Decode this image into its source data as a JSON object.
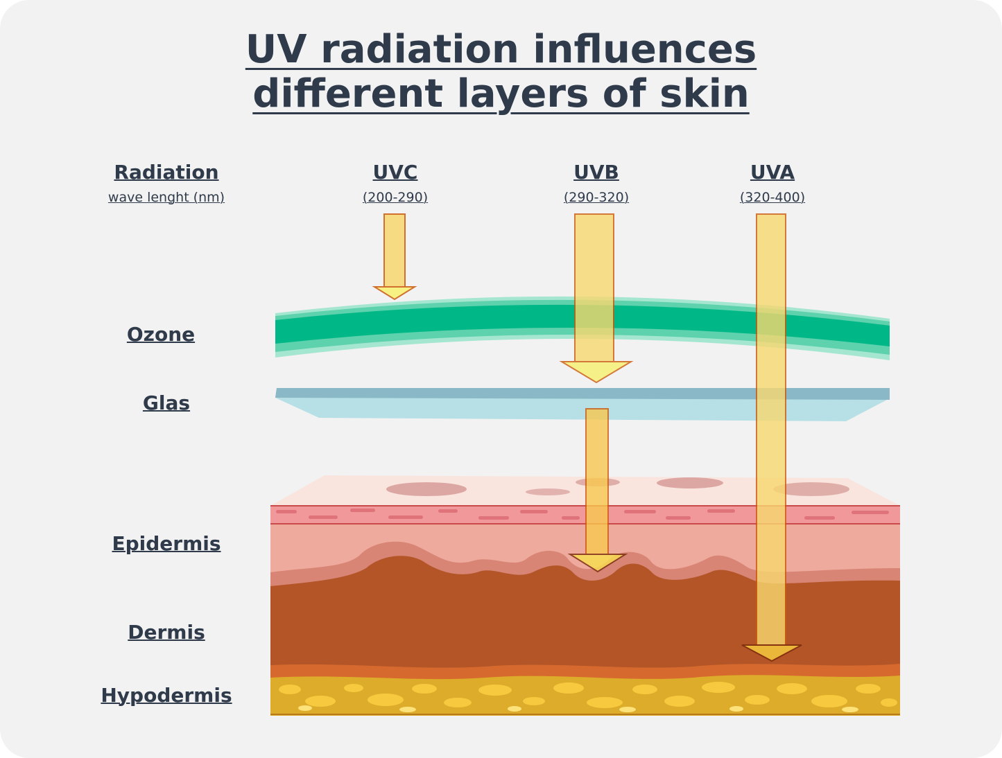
{
  "title": {
    "line1": "UV radiation influences",
    "line2": "different layers of skin"
  },
  "header": {
    "radiation": "Radiation",
    "wavelength_label": "wave lenght (nm)"
  },
  "bands": [
    {
      "name": "UVC",
      "range": "(200-290)",
      "stops_at": "Ozone"
    },
    {
      "name": "UVB",
      "range": "(290-320)",
      "stops_at": "Epidermis"
    },
    {
      "name": "UVA",
      "range": "(320-400)",
      "stops_at": "Dermis"
    }
  ],
  "layers": {
    "ozone": "Ozone",
    "glas": "Glas",
    "epidermis": "Epidermis",
    "dermis": "Dermis",
    "hypodermis": "Hypodermis"
  },
  "colors": {
    "text": "#2f3a4a",
    "ozone": "#00b887",
    "glass_top": "#8ab8c7",
    "glass_bottom": "#b6e0e6",
    "epidermis": "#eeaa9c",
    "dermis": "#b35527",
    "hypodermis": "#dcac2a",
    "beam": "#f8d870",
    "beam_outline": "#cc5a0c"
  }
}
